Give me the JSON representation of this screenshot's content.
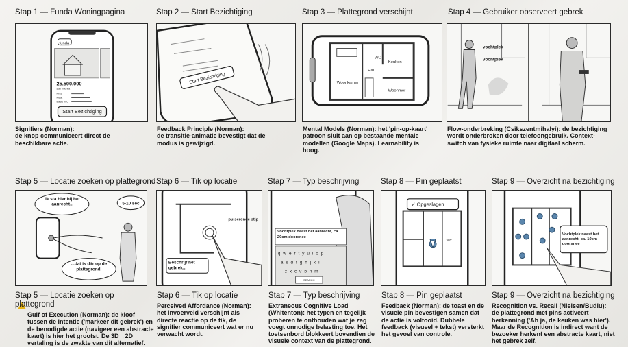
{
  "steps": [
    {
      "title": "Stap 1 — Funda Woningpagina",
      "caption": "Signifiers (Norman):\nde knop communiceert direct de beschikbare actie.",
      "screen": {
        "logo": "funda",
        "price": "25.500.000",
        "subtitle": "stap in funda",
        "rows": [
          "Prijs",
          "Maat",
          "Basis info"
        ],
        "button": "Start Bezichtiging"
      }
    },
    {
      "title": "Stap 2 — Start Bezichtiging",
      "caption": "Feedback Principle (Norman):\nde transitie-animatie bevestigt dat de modus is gewijzigd.",
      "screen": {
        "button": "Start Bezichtiging"
      }
    },
    {
      "title": "Stap 3 — Plattegrond verschijnt",
      "caption": "Mental Models (Norman): het 'pin-op-kaart' patroon sluit aan op bestaande mentale modellen (Google Maps). Learnability is hoog.",
      "screen": {
        "rooms": [
          "Woonkamer",
          "Hal",
          "WC",
          "Keuken",
          "Woonmor"
        ]
      }
    },
    {
      "title": "Stap 4 — Gebruiker observeert gebrek",
      "caption": "Flow-onderbreking (Csikszentmihalyi): de bezichtiging wordt onderbroken door telefoongebruik. Context-switch van fysieke ruimte naar digitaal scherm.",
      "labels": [
        "vochtplek",
        "vochtplek"
      ]
    },
    {
      "title": "Stap 5 — Locatie zoeken op plattegrond",
      "caption_title": "Stap 5 — Locatie zoeken op plattegrond",
      "caption": "Gulf of Execution (Norman): de kloof tussen de intentie ('markeer dit gebrek') en de benodigde actie (navigeer een abstracte kaart) is hier het grootst. De 3D→2D vertaling is de zwakte van dit alternatief.",
      "bubbles": [
        "Ik sta hier bij het aanrecht...",
        "...dat is dár op de plattegrond.",
        "5-10 sec"
      ],
      "warning_icon": "warning-triangle",
      "warning_color": "#e7b416"
    },
    {
      "title": "Stap 6 — Tik op locatie",
      "caption_title": "Stap 6 — Tik op locatie",
      "caption": "Perceived Affordance (Norman): het invoerveld verschijnt als directe reactie op de tik, de signifier communiceert wat er nu verwacht wordt.",
      "labels": [
        "pulserende stip",
        "Beschrijf het gebrek..."
      ]
    },
    {
      "title": "Stap 7 — Typ beschrijving",
      "caption_title": "Stap 7 — Typ beschrijving",
      "caption": "Extraneous Cognitive Load (Whitenton): het typen en tegelijk proberen te onthouden wat je zag voegt onnodige belasting toe. Het toetsenbord blokkeert bovendien de visuele context van de plattegrond.",
      "input_value": "Vochtplek naast het aanrecht, ca. 20cm doorsnee",
      "keyboard": [
        "qwertyuiop",
        "asdfghjkl",
        "zxcvbnm"
      ],
      "space": "SEARCH"
    },
    {
      "title": "Stap 8 — Pin geplaatst",
      "caption_title": "Stap 8 — Pin geplaatst",
      "caption": "Feedback (Norman): de toast en de visuele pin bevestigen samen dat de actie is voltooid. Dubbele feedback (visueel + tekst) versterkt het gevoel van controle.",
      "toast": "✓ Opgeslagen",
      "room": "WC",
      "pin_color": "#5b86ad"
    },
    {
      "title": "Stap 9 — Overzicht na bezichtiging",
      "caption_title": "Stap 9 — Overzicht na bezichtiging",
      "caption": "Recognition vs. Recall (Nielsen/Budiu): de plattegrond met pins activeert herkenning ('Ah ja, de keuken was hier'). Maar de Recognition is indirect want de bezoeker herkent een abstracte kaart, niet het gebrek zelf.",
      "tooltip": "Vochtplek naast het aanrecht, ca. 10cm doorsnee",
      "pin_color": "#5b86ad"
    }
  ]
}
